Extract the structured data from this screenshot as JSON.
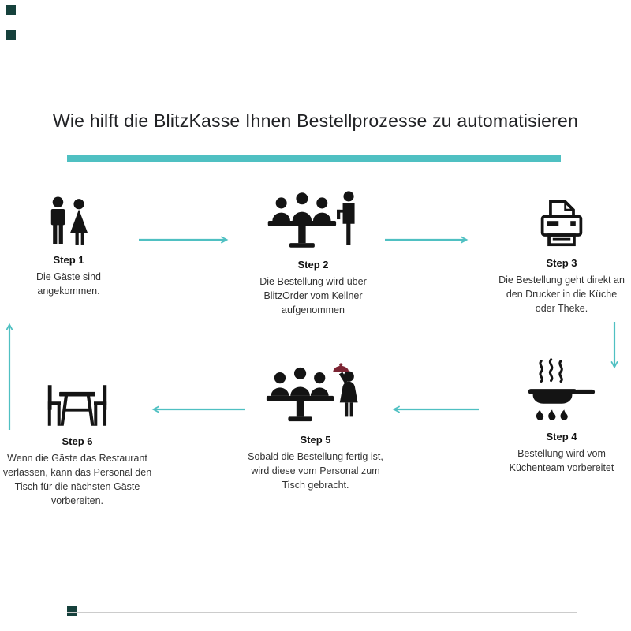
{
  "title": "Wie hilft die BlitzKasse Ihnen Bestellprozesse zu automatisieren",
  "colors": {
    "accent": "#4fc0c2",
    "icon": "#141414",
    "heading": "#202124",
    "body_text": "#333333",
    "border_line": "#cccccc",
    "corner_square": "#16413c",
    "cloche": "#7c2433"
  },
  "steps": [
    {
      "label": "Step 1",
      "icon": "arriving-guests-icon",
      "text": "Die Gäste sind angekommen."
    },
    {
      "label": "Step 2",
      "icon": "waiter-taking-order-icon",
      "text": "Die Bestellung wird über BlitzOrder vom Kellner aufgenommen"
    },
    {
      "label": "Step 3",
      "icon": "printer-icon",
      "text": "Die Bestellung geht direkt an den Drucker in die Küche oder Theke."
    },
    {
      "label": "Step 4",
      "icon": "cooking-pan-icon",
      "text": "Bestellung wird vom Küchenteam vorbereitet"
    },
    {
      "label": "Step 5",
      "icon": "food-served-icon",
      "text": "Sobald die Bestellung fertig ist, wird diese vom Personal zum Tisch gebracht."
    },
    {
      "label": "Step 6",
      "icon": "empty-table-icon",
      "text": "Wenn die Gäste das  Restaurant verlassen, kann das Personal den Tisch für die nächsten Gäste vorbereiten."
    }
  ]
}
